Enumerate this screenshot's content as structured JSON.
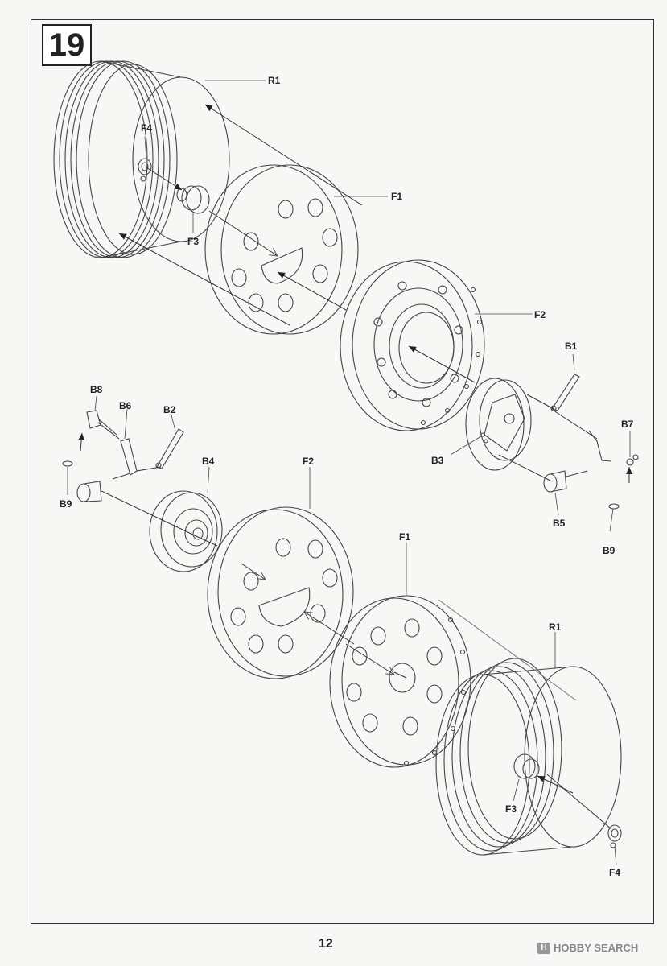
{
  "step_number": "19",
  "page_number": "12",
  "watermark": "HOBBY SEARCH",
  "labels": {
    "r1_top": "R1",
    "f4_top": "F4",
    "f3_top": "F3",
    "f1_top": "F1",
    "f2_top": "F2",
    "b1": "B1",
    "b3": "B3",
    "b7": "B7",
    "b5": "B5",
    "b9_right": "B9",
    "b8": "B8",
    "b6": "B6",
    "b2": "B2",
    "b4": "B4",
    "f2_bottom": "F2",
    "b9_left": "B9",
    "f1_bottom": "F1",
    "r1_bottom": "R1",
    "f3_bottom": "F3",
    "f4_bottom": "F4"
  }
}
